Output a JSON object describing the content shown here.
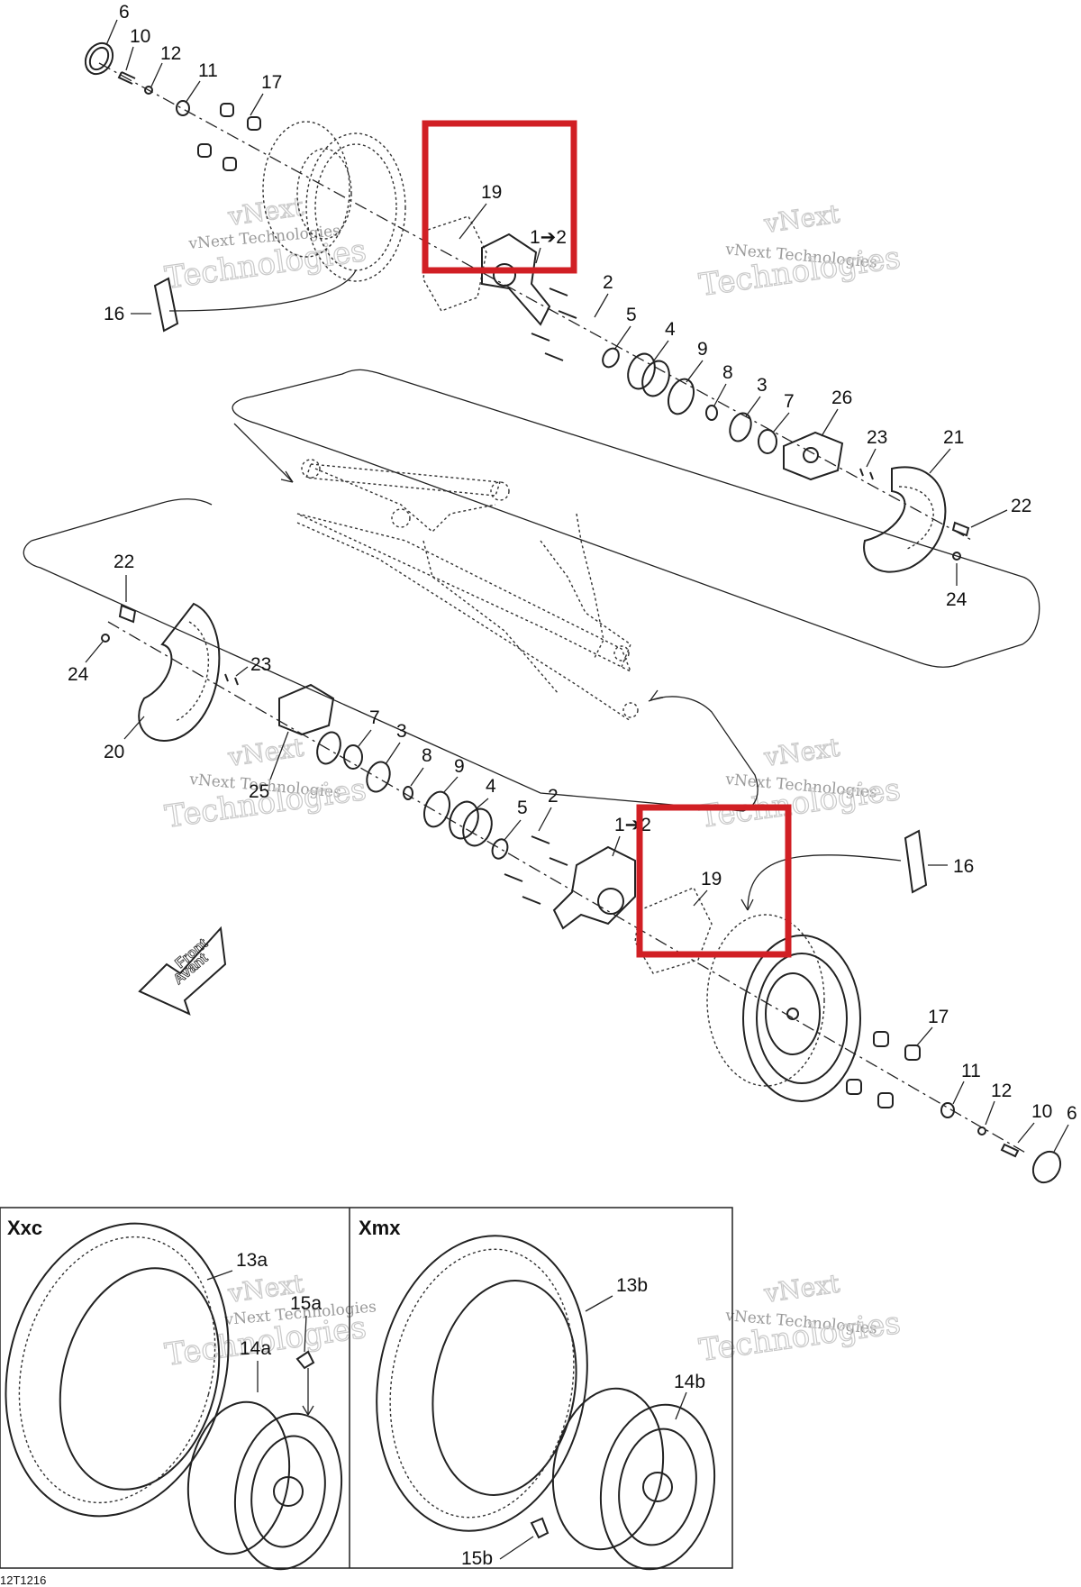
{
  "labels": {
    "p6_top": "6",
    "p10_top": "10",
    "p12_top": "12",
    "p11_top": "11",
    "p17_top": "17",
    "p19_top": "19",
    "p1to2_top": "1➔2",
    "p16_top": "16",
    "p2_top": "2",
    "p5_top": "5",
    "p4_top": "4",
    "p9_top": "9",
    "p8_top": "8",
    "p3_top": "3",
    "p7_top": "7",
    "p26": "26",
    "p23_top": "23",
    "p21": "21",
    "p22_top": "22",
    "p24_top": "24",
    "p22_bot": "22",
    "p24_bot": "24",
    "p23_bot": "23",
    "p20": "20",
    "p25": "25",
    "p7_bot": "7",
    "p3_bot": "3",
    "p8_bot": "8",
    "p9_bot": "9",
    "p4_bot": "4",
    "p5_bot": "5",
    "p2_bot": "2",
    "p1to2_bot": "1➔2",
    "p19_bot": "19",
    "p16_bot": "16",
    "p17_bot": "17",
    "p11_bot": "11",
    "p12_bot": "12",
    "p10_bot": "10",
    "p6_bot": "6",
    "p13a": "13a",
    "p15a": "15a",
    "p14a": "14a",
    "p13b": "13b",
    "p14b": "14b",
    "p15b": "15b"
  },
  "panels": {
    "left_title": "Xxc",
    "right_title": "Xmx"
  },
  "front_arrow": {
    "line1": "Front",
    "line2": "Avant"
  },
  "watermark": {
    "line1": "vNext",
    "line2": "vNext Technologies",
    "line3": "Technologies"
  },
  "figure_code": "12T1216",
  "highlight_color": "#d11f24"
}
